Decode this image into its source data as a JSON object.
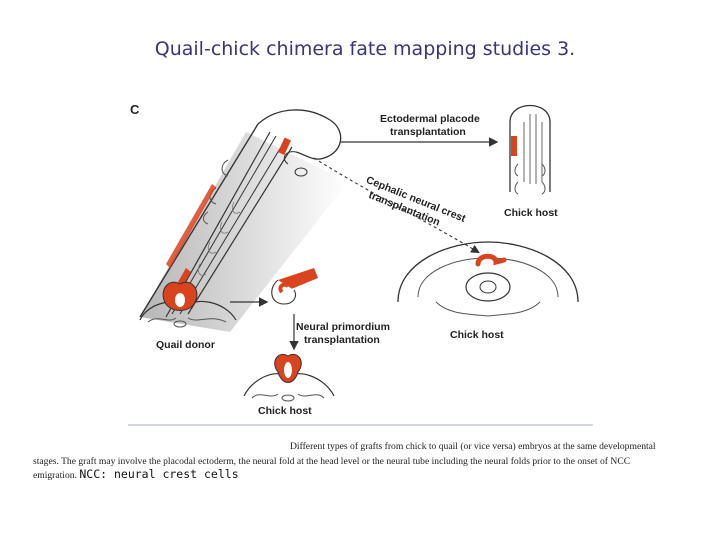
{
  "slide": {
    "title": "Quail-chick chimera fate mapping studies 3."
  },
  "figure": {
    "panel_letter": "C",
    "labels": {
      "ectodermal_line1": "Ectodermal placode",
      "ectodermal_line2": "transplantation",
      "cephalic_line1": "Cephalic neural crest",
      "cephalic_line2": "transplantation",
      "neural_line1": "Neural primordium",
      "neural_line2": "transplantation",
      "quail_donor": "Quail donor",
      "chick_host": "Chick host"
    },
    "colors": {
      "graft": "#d9431e",
      "outline": "#333333",
      "shading": "#9a9a9a"
    }
  },
  "caption": {
    "line1": "Different types of grafts from chick to quail (or vice versa) embryos at the same developmental",
    "line2": "stages. The graft may involve the placodal ectoderm, the neural fold at the head level or the neural tube including the neural folds prior to the onset of NCC",
    "line3_prefix": "emigration.",
    "note": "NCC: neural crest cells"
  }
}
